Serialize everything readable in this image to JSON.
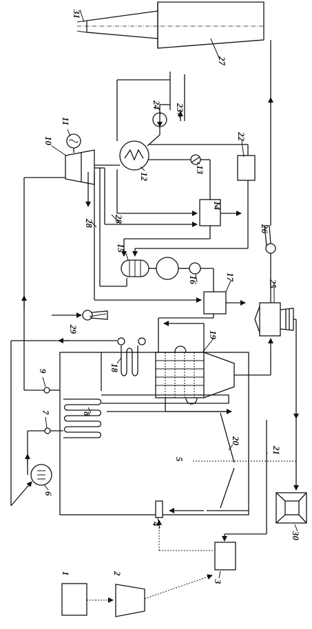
{
  "labels": {
    "l1": "1",
    "l2": "2",
    "l3": "3",
    "l4": "4",
    "l5": "5",
    "l6": "6",
    "l7": "7",
    "l8": "8",
    "l9": "9",
    "l10": "10",
    "l11": "11",
    "l12": "12",
    "l13": "13",
    "l14": "14",
    "l15": "15",
    "l16": "16",
    "l17": "17",
    "l18": "18",
    "l19": "19",
    "l20": "20",
    "l21": "21",
    "l22": "22",
    "l23": "23",
    "l24": "24",
    "l25": "25",
    "l26": "26",
    "l27": "27",
    "l28a": "28",
    "l28b": "28",
    "l29": "29",
    "l30": "30",
    "l31": "31"
  }
}
